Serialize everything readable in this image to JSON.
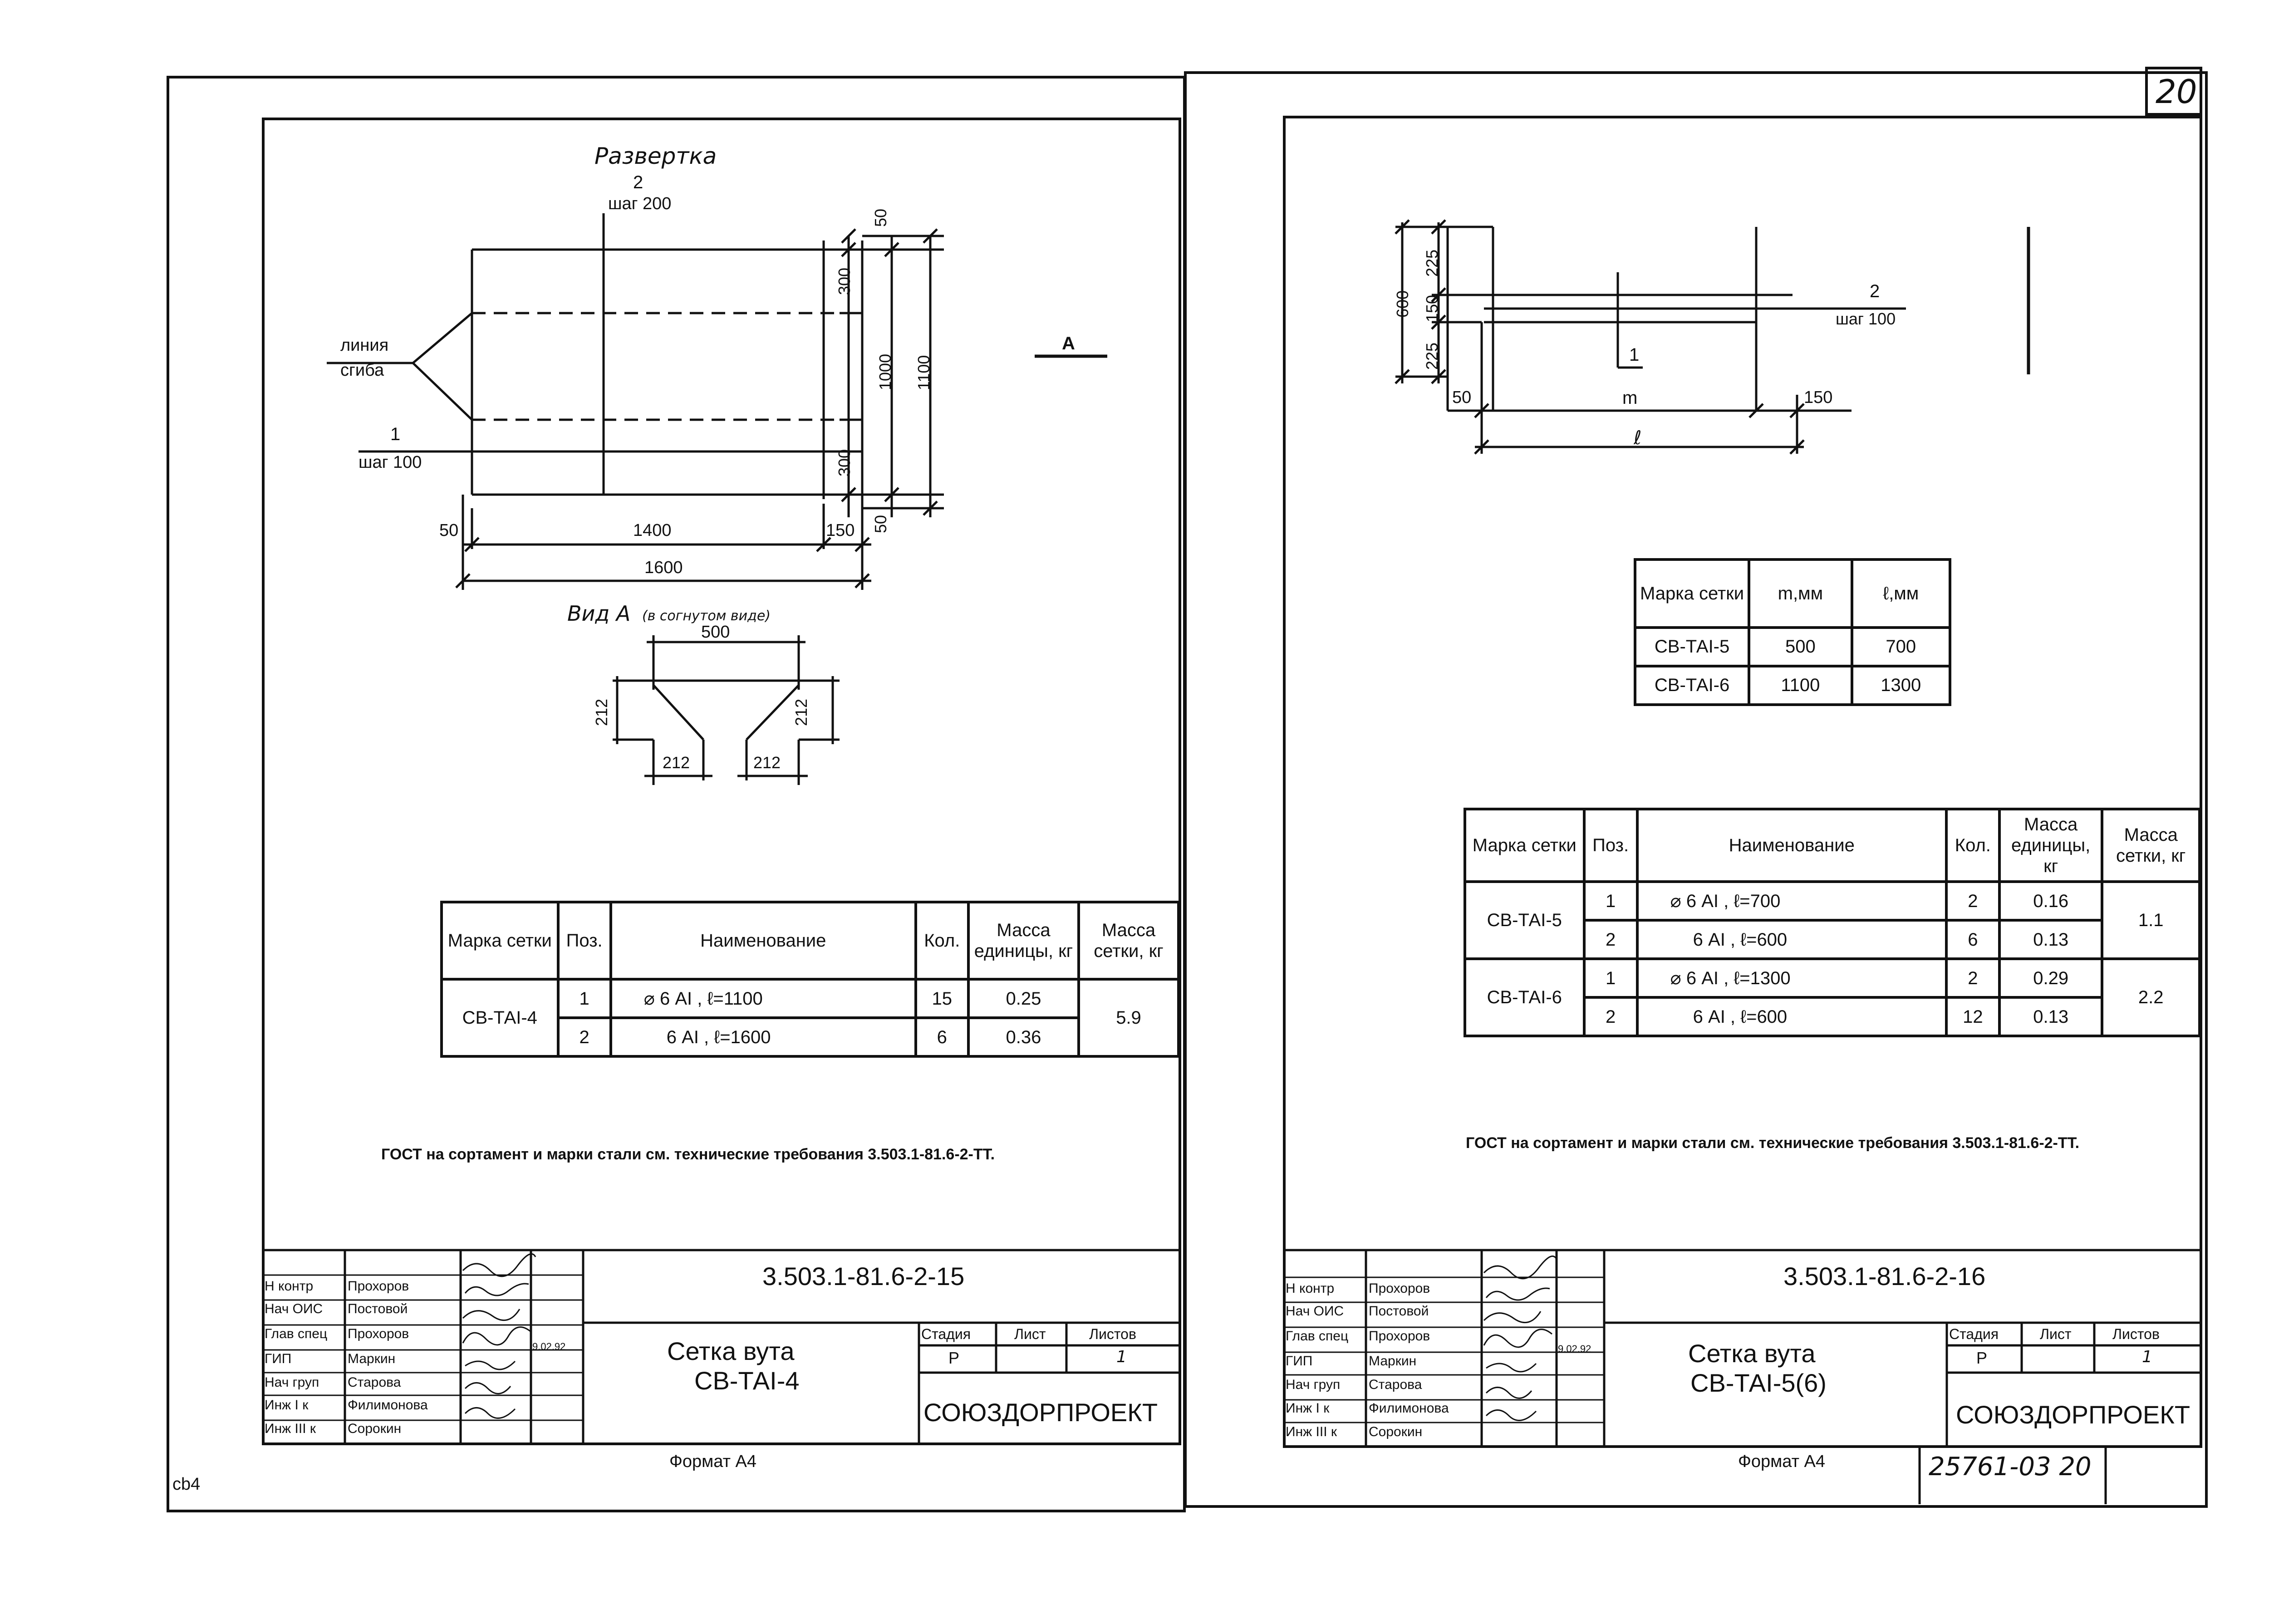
{
  "page_number": "20",
  "corner_mark": "cb4",
  "archive_number": "25761-03  20",
  "left_sheet": {
    "drawing_title": "Развертка",
    "view_title": "Вид А",
    "view_subtitle": "(в согнутом виде)",
    "view_arrow_label": "A",
    "bend_line_label_1": "линия",
    "bend_line_label_2": "сгиба",
    "pos1_label": "1",
    "pos1_step": "шаг 100",
    "pos2_label": "2",
    "pos2_step": "шаг 200",
    "dims": {
      "d50_top": "50",
      "d300_top": "300",
      "d1000": "1000",
      "d1100": "1100",
      "d300_bottom": "300",
      "d50_bottom": "50",
      "d50_left": "50",
      "d1400": "1400",
      "d150": "150",
      "d1600": "1600",
      "v500": "500",
      "v212_left": "212",
      "v212_right": "212",
      "v212_bl": "212",
      "v212_br": "212"
    },
    "table": {
      "headers": [
        "Марка сетки",
        "Поз.",
        "Наименование",
        "Кол.",
        "Масса единицы, кг",
        "Масса сетки, кг"
      ],
      "mark": "СВ-ТАI-4",
      "rows": [
        {
          "pos": "1",
          "name": "⌀ 6 АI , ℓ=1100",
          "qty": "15",
          "unit_mass": "0.25"
        },
        {
          "pos": "2",
          "name": "6 АI , ℓ=1600",
          "qty": "6",
          "unit_mass": "0.36"
        }
      ],
      "total_mass": "5.9"
    },
    "gost_note": "ГОСТ на сортамент и марки стали см. технические требования 3.503.1-81.6-2-ТТ.",
    "doc_code": "3.503.1-81.6-2-15",
    "doc_title_1": "Сетка вута",
    "doc_title_2": "СВ-ТАI-4",
    "stage_header": "Стадия",
    "sheet_header": "Лист",
    "sheets_header": "Листов",
    "stage_value": "Р",
    "sheets_value": "1",
    "org": "СОЮЗДОРПРОЕКТ",
    "format": "Формат А4",
    "date": "9.02.92",
    "staff": [
      {
        "role": "Н контр",
        "name": "Прохоров"
      },
      {
        "role": "Нач ОИС",
        "name": "Постовой"
      },
      {
        "role": "Глав спец",
        "name": "Прохоров"
      },
      {
        "role": "ГИП",
        "name": "Маркин"
      },
      {
        "role": "Нач груп",
        "name": "Старова"
      },
      {
        "role": "Инж I к",
        "name": "Филимонова"
      },
      {
        "role": "Инж III к",
        "name": "Сорокин"
      }
    ]
  },
  "right_sheet": {
    "pos1_label": "1",
    "pos2_label": "2",
    "pos2_step": "шаг 100",
    "dims": {
      "d600": "600",
      "d225_top": "225",
      "d150": "150",
      "d225_bottom": "225",
      "d50": "50",
      "dm": "m",
      "d150_right": "150",
      "dl": "ℓ"
    },
    "small_table": {
      "headers": [
        "Марка сетки",
        "m,мм",
        "ℓ,мм"
      ],
      "rows": [
        {
          "mark": "СВ-ТАI-5",
          "m": "500",
          "l": "700"
        },
        {
          "mark": "СВ-ТАI-6",
          "m": "1100",
          "l": "1300"
        }
      ]
    },
    "table": {
      "headers": [
        "Марка сетки",
        "Поз.",
        "Наименование",
        "Кол.",
        "Масса единицы, кг",
        "Масса сетки, кг"
      ],
      "groups": [
        {
          "mark": "СВ-ТАI-5",
          "total_mass": "1.1",
          "rows": [
            {
              "pos": "1",
              "name": "⌀ 6 АI , ℓ=700",
              "qty": "2",
              "unit_mass": "0.16"
            },
            {
              "pos": "2",
              "name": "6 АI , ℓ=600",
              "qty": "6",
              "unit_mass": "0.13"
            }
          ]
        },
        {
          "mark": "СВ-ТАI-6",
          "total_mass": "2.2",
          "rows": [
            {
              "pos": "1",
              "name": "⌀ 6 АI , ℓ=1300",
              "qty": "2",
              "unit_mass": "0.29"
            },
            {
              "pos": "2",
              "name": "6 АI , ℓ=600",
              "qty": "12",
              "unit_mass": "0.13"
            }
          ]
        }
      ]
    },
    "gost_note": "ГОСТ на сортамент и марки стали см. технические требования 3.503.1-81.6-2-ТТ.",
    "doc_code": "3.503.1-81.6-2-16",
    "doc_title_1": "Сетка вута",
    "doc_title_2": "СВ-ТАI-5(6)",
    "stage_header": "Стадия",
    "sheet_header": "Лист",
    "sheets_header": "Листов",
    "stage_value": "Р",
    "sheets_value": "1",
    "org": "СОЮЗДОРПРОЕКТ",
    "format": "Формат А4",
    "date": "9.02.92",
    "staff": [
      {
        "role": "Н контр",
        "name": "Прохоров"
      },
      {
        "role": "Нач ОИС",
        "name": "Постовой"
      },
      {
        "role": "Глав спец",
        "name": "Прохоров"
      },
      {
        "role": "ГИП",
        "name": "Маркин"
      },
      {
        "role": "Нач груп",
        "name": "Старова"
      },
      {
        "role": "Инж I к",
        "name": "Филимонова"
      },
      {
        "role": "Инж III к",
        "name": "Сорокин"
      }
    ]
  }
}
